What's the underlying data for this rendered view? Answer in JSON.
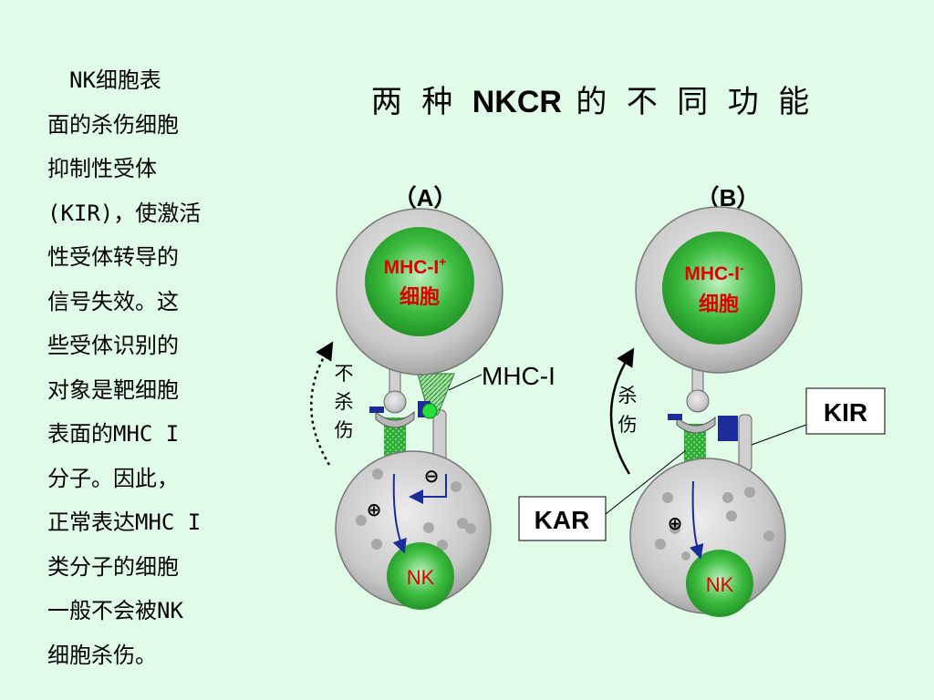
{
  "side_text": {
    "lines": [
      "　NK细胞表",
      "面的杀伤细胞",
      "抑制性受体",
      "(KIR)，使激活",
      "性受体转导的",
      "信号失效。这",
      "些受体识别的",
      "对象是靶细胞",
      "表面的MHC I",
      "分子。因此，",
      "正常表达MHC I",
      "类分子的细胞",
      "一般不会被NK",
      "细胞杀伤。"
    ]
  },
  "title": {
    "pre": "两 种 ",
    "bold": "NKCR",
    "post": " 的 不 同 功 能"
  },
  "panel_a": {
    "label": "（A）",
    "target_main": "MHC-I",
    "target_sup": "+",
    "target_sub": "细胞",
    "nk_label": "NK",
    "side_effect": [
      "不",
      "杀",
      "伤"
    ],
    "minus": "⊖",
    "plus": "⊕"
  },
  "panel_b": {
    "label": "（B）",
    "target_main": "MHC-I",
    "target_sup": "-",
    "target_sub": "细胞",
    "nk_label": "NK",
    "side_effect": [
      "杀",
      "伤"
    ],
    "plus": "⊕"
  },
  "callouts": {
    "mhc": "MHC-I",
    "kir": "KIR",
    "kar": "KAR"
  },
  "colors": {
    "background": "#e1fbe9",
    "cell_gray": "#c6c6c6",
    "nucleus_green": "#27a32d",
    "text_red": "#e00000",
    "receptor_blue": "#1c2d9a"
  }
}
